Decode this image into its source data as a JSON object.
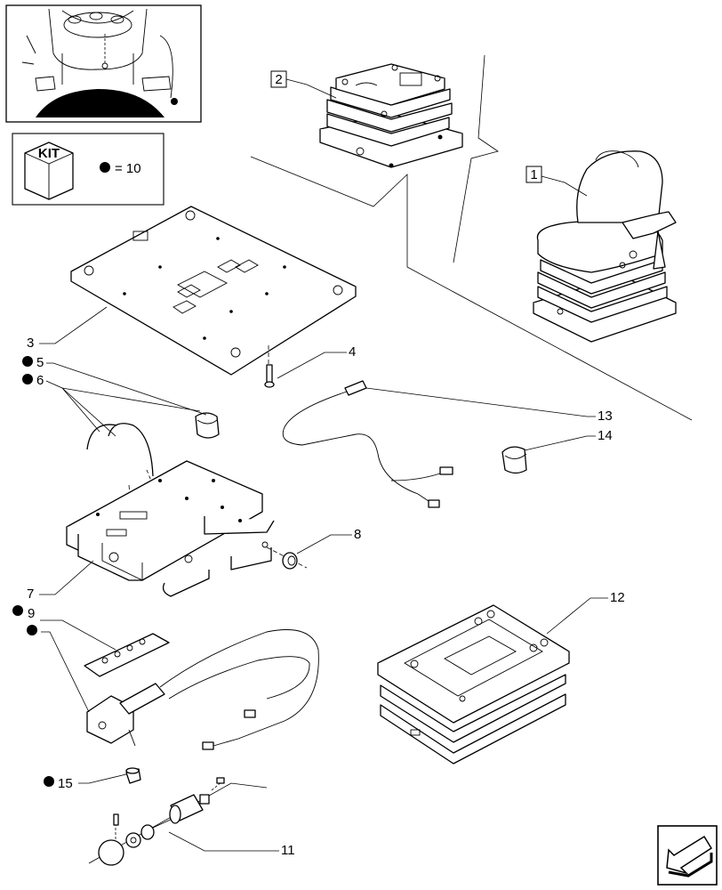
{
  "kit": {
    "label": "KIT",
    "qty": "= 10"
  },
  "callouts": {
    "c1": "1",
    "c2": "2",
    "c3": "3",
    "c4": "4",
    "c5": "5",
    "c6": "6",
    "c7": "7",
    "c8": "8",
    "c9": "9",
    "c11": "11",
    "c12": "12",
    "c13": "13",
    "c14": "14",
    "c15": "15"
  }
}
